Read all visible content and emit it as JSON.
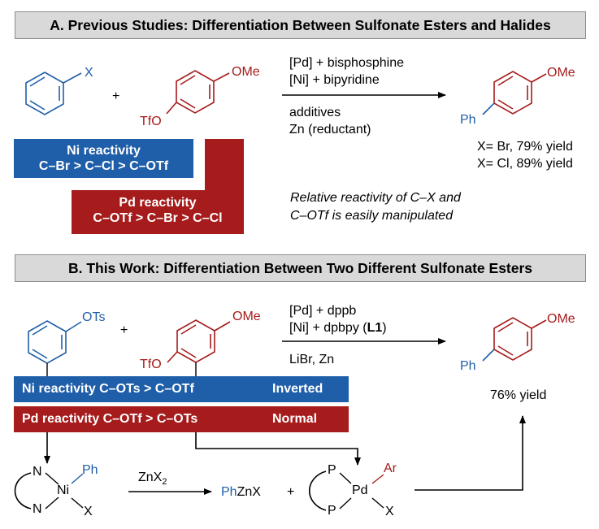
{
  "sectionA": {
    "header": "A. Previous Studies:  Differentiation Between Sulfonate Esters and Halides",
    "sub_X": "X",
    "plus": "+",
    "OMe": "OMe",
    "TfO": "TfO",
    "cond1": "[Pd] + bisphosphine",
    "cond2": "[Ni] + bipyridine",
    "cond3": "additives",
    "cond4": "Zn (reductant)",
    "product_Ph": "Ph",
    "product_OMe": "OMe",
    "yield1": "X= Br, 79% yield",
    "yield2": "X= Cl, 89% yield",
    "ni_line1": "Ni reactivity",
    "ni_line2": "C–Br > C–Cl > C–OTf",
    "pd_line1": "Pd reactivity",
    "pd_line2": "C–OTf > C–Br > C–Cl",
    "note1": "Relative reactivity of C–X and",
    "note2": "C–OTf is easily manipulated"
  },
  "sectionB": {
    "header": "B. This Work:  Differentiation Between Two Different Sulfonate Esters",
    "OTs": "OTs",
    "plus": "+",
    "OMe": "OMe",
    "TfO": "TfO",
    "cond1": "[Pd] + dppb",
    "cond2_pre": "[Ni] + dpbpy (",
    "cond2_bold": "L1",
    "cond2_post": ")",
    "cond3": "LiBr, Zn",
    "product_Ph": "Ph",
    "product_OMe": "OMe",
    "yield": "76% yield",
    "ni_label": "Ni reactivity C–OTs > C–OTf",
    "ni_tag": "Inverted",
    "pd_label": "Pd reactivity C–OTf > C–OTs",
    "pd_tag": "Normal",
    "ni_N1": "N",
    "ni_N2": "N",
    "ni_metal": "Ni",
    "ni_Ph": "Ph",
    "ni_X": "X",
    "znx2_main": "ZnX",
    "znx2_sub": "2",
    "phznx_ph": "Ph",
    "phznx_rest": "ZnX",
    "plus2": "+",
    "pd_P1": "P",
    "pd_P2": "P",
    "pd_metal": "Pd",
    "pd_Ar": "Ar",
    "pd_X": "X"
  },
  "colors": {
    "blue_box": "#1f5ea8",
    "red_box": "#a61b1b",
    "header_bg": "#d9d9d9"
  }
}
